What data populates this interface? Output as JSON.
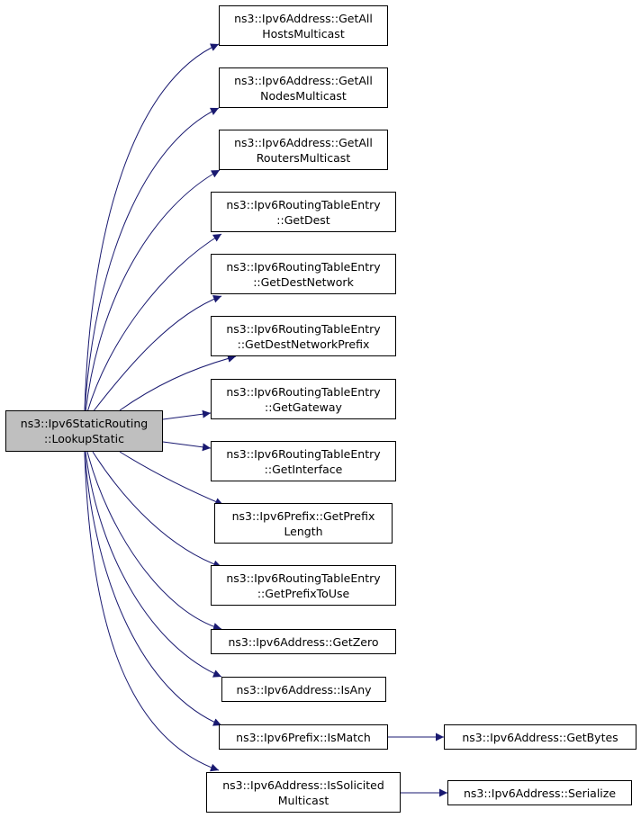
{
  "colors": {
    "edge": "#191970",
    "root_fill": "#bfbfbf",
    "node_fill": "#ffffff",
    "border": "#000000"
  },
  "root": {
    "line1": "ns3::Ipv6StaticRouting",
    "line2": "::LookupStatic"
  },
  "callees": [
    {
      "line1": "ns3::Ipv6Address::GetAll",
      "line2": "HostsMulticast"
    },
    {
      "line1": "ns3::Ipv6Address::GetAll",
      "line2": "NodesMulticast"
    },
    {
      "line1": "ns3::Ipv6Address::GetAll",
      "line2": "RoutersMulticast"
    },
    {
      "line1": "ns3::Ipv6RoutingTableEntry",
      "line2": "::GetDest"
    },
    {
      "line1": "ns3::Ipv6RoutingTableEntry",
      "line2": "::GetDestNetwork"
    },
    {
      "line1": "ns3::Ipv6RoutingTableEntry",
      "line2": "::GetDestNetworkPrefix"
    },
    {
      "line1": "ns3::Ipv6RoutingTableEntry",
      "line2": "::GetGateway"
    },
    {
      "line1": "ns3::Ipv6RoutingTableEntry",
      "line2": "::GetInterface"
    },
    {
      "line1": "ns3::Ipv6Prefix::GetPrefix",
      "line2": "Length"
    },
    {
      "line1": "ns3::Ipv6RoutingTableEntry",
      "line2": "::GetPrefixToUse"
    },
    {
      "line1": "ns3::Ipv6Address::GetZero",
      "line2": ""
    },
    {
      "line1": "ns3::Ipv6Address::IsAny",
      "line2": ""
    },
    {
      "line1": "ns3::Ipv6Prefix::IsMatch",
      "line2": ""
    },
    {
      "line1": "ns3::Ipv6Address::IsSolicited",
      "line2": "Multicast"
    }
  ],
  "second_level": [
    {
      "line1": "ns3::Ipv6Address::GetBytes",
      "line2": ""
    },
    {
      "line1": "ns3::Ipv6Address::Serialize",
      "line2": ""
    }
  ]
}
